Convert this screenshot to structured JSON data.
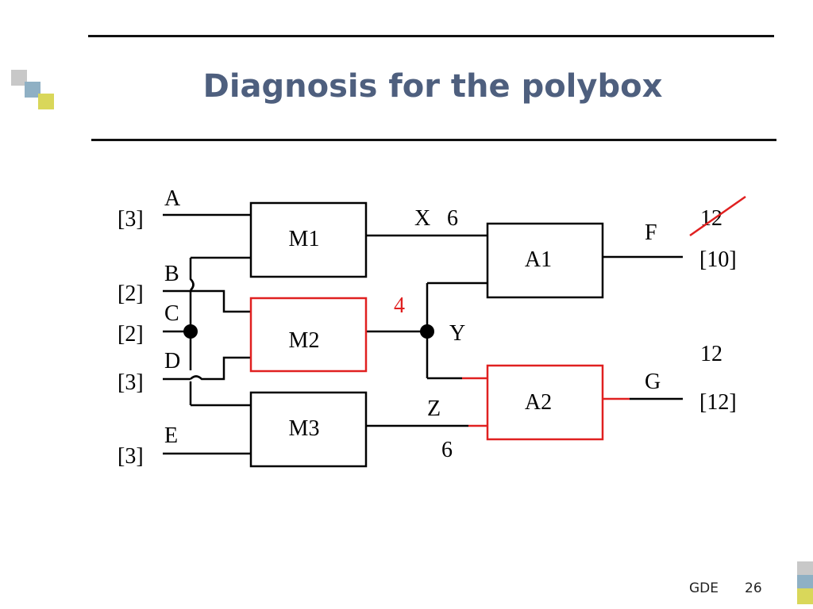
{
  "slide": {
    "title": "Diagnosis for the polybox",
    "footer_label": "GDE",
    "page_number": "26"
  },
  "colors": {
    "title": "#4e5f7e",
    "suspect": "#e02020",
    "deco_gray": "#c8c8c8",
    "deco_blue": "#8fb0c4",
    "deco_yellow": "#d9d75a"
  },
  "circuit": {
    "inputs": [
      {
        "name": "A",
        "value": "[3]"
      },
      {
        "name": "B",
        "value": "[2]"
      },
      {
        "name": "C",
        "value": "[2]"
      },
      {
        "name": "D",
        "value": "[3]"
      },
      {
        "name": "E",
        "value": "[3]"
      }
    ],
    "components": [
      {
        "name": "M1",
        "suspect": false
      },
      {
        "name": "M2",
        "suspect": true
      },
      {
        "name": "M3",
        "suspect": false
      },
      {
        "name": "A1",
        "suspect": false
      },
      {
        "name": "A2",
        "suspect": true
      }
    ],
    "wires": {
      "x": {
        "name": "X",
        "value": "6"
      },
      "y": {
        "name": "Y",
        "value": "4"
      },
      "z": {
        "name": "Z",
        "value": "6"
      }
    },
    "outputs": {
      "f": {
        "name": "F",
        "predicted": "12",
        "observed": "[10]",
        "predicted_struck": true
      },
      "g": {
        "name": "G",
        "predicted": "12",
        "observed": "[12]",
        "predicted_struck": false
      }
    }
  }
}
